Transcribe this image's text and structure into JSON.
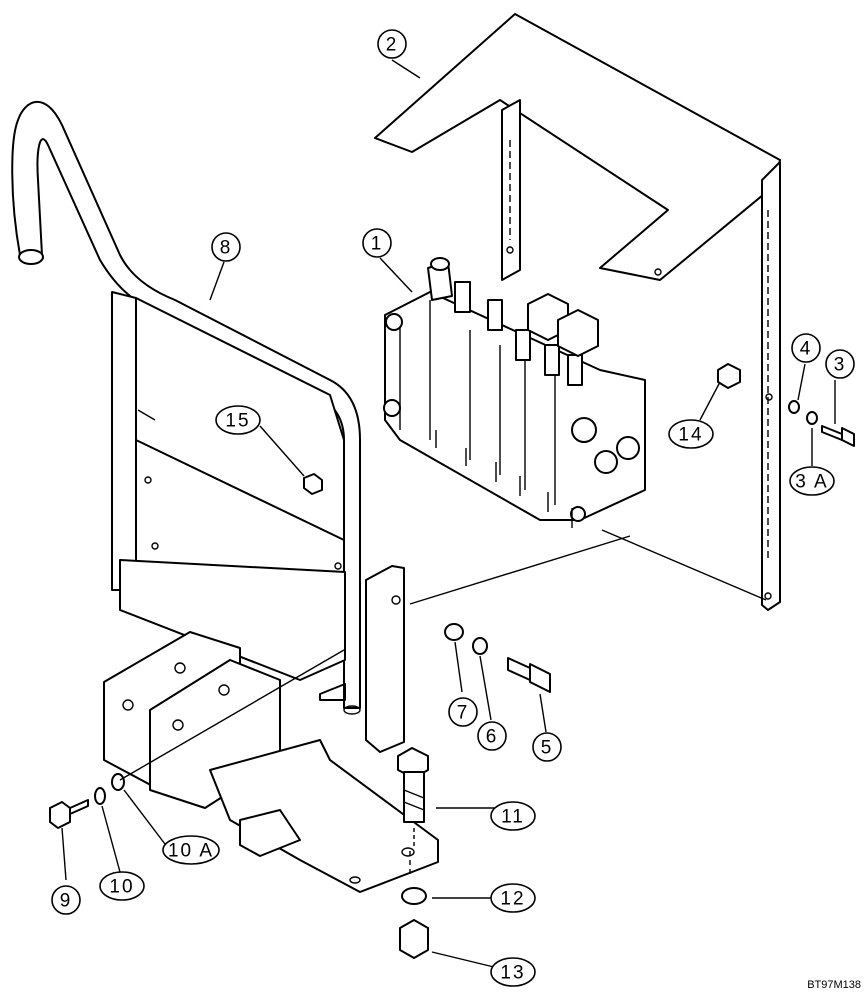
{
  "callouts": [
    {
      "id": "1",
      "label": "1"
    },
    {
      "id": "2",
      "label": "2"
    },
    {
      "id": "3",
      "label": "3"
    },
    {
      "id": "3A",
      "label": "3 A"
    },
    {
      "id": "4",
      "label": "4"
    },
    {
      "id": "5",
      "label": "5"
    },
    {
      "id": "6",
      "label": "6"
    },
    {
      "id": "7",
      "label": "7"
    },
    {
      "id": "8",
      "label": "8"
    },
    {
      "id": "9",
      "label": "9"
    },
    {
      "id": "10",
      "label": "10"
    },
    {
      "id": "10A",
      "label": "10 A"
    },
    {
      "id": "11",
      "label": "11"
    },
    {
      "id": "12",
      "label": "12"
    },
    {
      "id": "13",
      "label": "13"
    },
    {
      "id": "14",
      "label": "14"
    },
    {
      "id": "15",
      "label": "15"
    }
  ],
  "drawing_code": "BT97M138"
}
